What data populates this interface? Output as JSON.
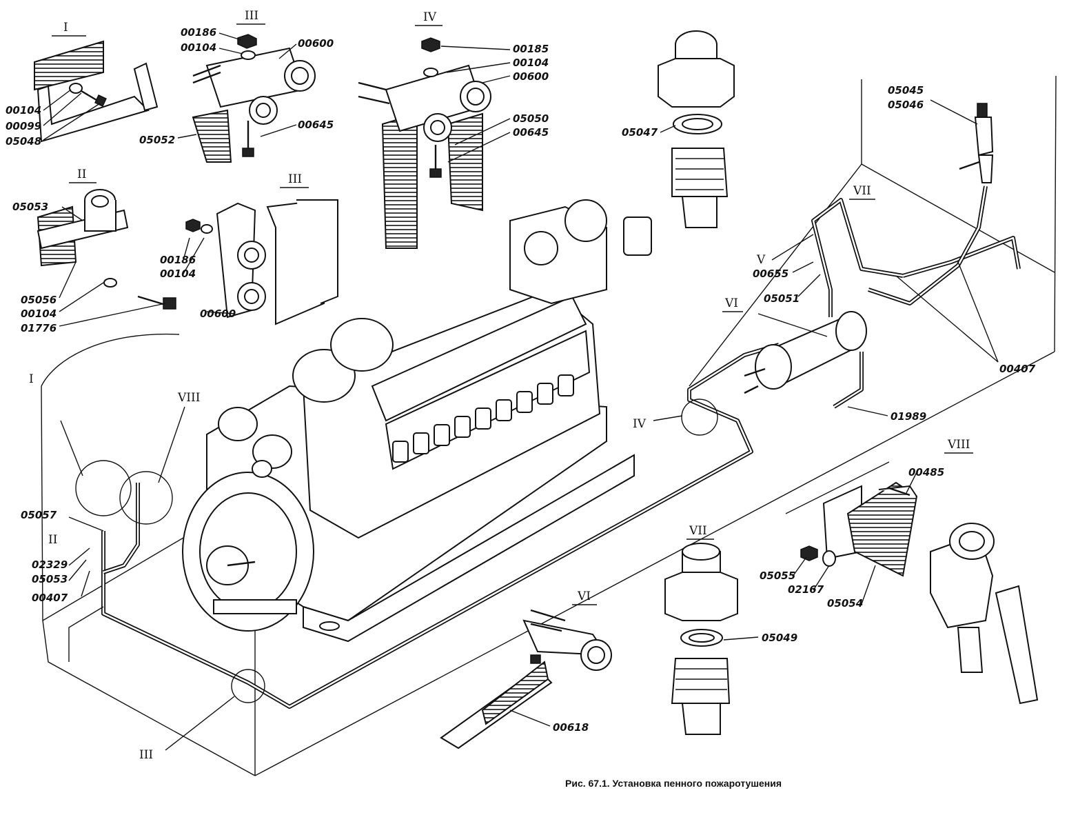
{
  "caption": "Рис. 67.1. Установка пенного пожаротушения",
  "views": [
    {
      "id": "view-I",
      "label": "I"
    },
    {
      "id": "view-II",
      "label": "II"
    },
    {
      "id": "view-III-top",
      "label": "III"
    },
    {
      "id": "view-III-mid",
      "label": "III"
    },
    {
      "id": "view-IV",
      "label": "IV"
    },
    {
      "id": "view-V",
      "label": "V"
    },
    {
      "id": "view-VI",
      "label": "VI"
    },
    {
      "id": "view-VI-bottom",
      "label": "VI"
    },
    {
      "id": "view-VII",
      "label": "VII"
    },
    {
      "id": "view-VII-bottom",
      "label": "VII"
    },
    {
      "id": "view-VIII",
      "label": "VIII"
    },
    {
      "id": "view-VIII-detail",
      "label": "VIII"
    },
    {
      "id": "callout-I",
      "label": "I"
    },
    {
      "id": "callout-II",
      "label": "II"
    },
    {
      "id": "callout-III",
      "label": "III"
    },
    {
      "id": "callout-IV",
      "label": "IV"
    }
  ],
  "part_labels": [
    {
      "id": "p00104-a",
      "text": "00104"
    },
    {
      "id": "p00099",
      "text": "00099"
    },
    {
      "id": "p05048",
      "text": "05048"
    },
    {
      "id": "p00186-a",
      "text": "00186"
    },
    {
      "id": "p00104-b",
      "text": "00104"
    },
    {
      "id": "p00600-a",
      "text": "00600"
    },
    {
      "id": "p00645-a",
      "text": "00645"
    },
    {
      "id": "p05052",
      "text": "05052"
    },
    {
      "id": "p00185",
      "text": "00185"
    },
    {
      "id": "p00104-c",
      "text": "00104"
    },
    {
      "id": "p00600-b",
      "text": "00600"
    },
    {
      "id": "p05050",
      "text": "05050"
    },
    {
      "id": "p00645-b",
      "text": "00645"
    },
    {
      "id": "p05047",
      "text": "05047"
    },
    {
      "id": "p05045",
      "text": "05045"
    },
    {
      "id": "p05046",
      "text": "05046"
    },
    {
      "id": "p05053-a",
      "text": "05053"
    },
    {
      "id": "p05056",
      "text": "05056"
    },
    {
      "id": "p00104-d",
      "text": "00104"
    },
    {
      "id": "p01776",
      "text": "01776"
    },
    {
      "id": "p00186-b",
      "text": "00186"
    },
    {
      "id": "p00104-e",
      "text": "00104"
    },
    {
      "id": "p00600-c",
      "text": "00600"
    },
    {
      "id": "p00655",
      "text": "00655"
    },
    {
      "id": "p05051",
      "text": "05051"
    },
    {
      "id": "p00407-a",
      "text": "00407"
    },
    {
      "id": "p01989",
      "text": "01989"
    },
    {
      "id": "p05057",
      "text": "05057"
    },
    {
      "id": "p02329",
      "text": "02329"
    },
    {
      "id": "p05053-b",
      "text": "05053"
    },
    {
      "id": "p00407-b",
      "text": "00407"
    },
    {
      "id": "p00485",
      "text": "00485"
    },
    {
      "id": "p05055",
      "text": "05055"
    },
    {
      "id": "p02167",
      "text": "02167"
    },
    {
      "id": "p05054",
      "text": "05054"
    },
    {
      "id": "p05049",
      "text": "05049"
    },
    {
      "id": "p00618",
      "text": "00618"
    }
  ]
}
